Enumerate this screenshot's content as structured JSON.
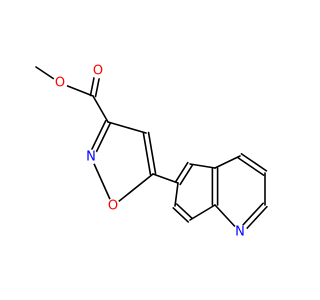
{
  "molecule": {
    "atoms": [
      {
        "id": "O_ether",
        "label": "O",
        "color": "#ff0000"
      },
      {
        "id": "O_carbonyl",
        "label": "O",
        "color": "#ff0000"
      },
      {
        "id": "N_isoxazole",
        "label": "N",
        "color": "#0000ff"
      },
      {
        "id": "O_isoxazole",
        "label": "O",
        "color": "#ff0000"
      },
      {
        "id": "N_quinoline",
        "label": "N",
        "color": "#0000ff"
      }
    ],
    "bond_color": "#000000"
  }
}
